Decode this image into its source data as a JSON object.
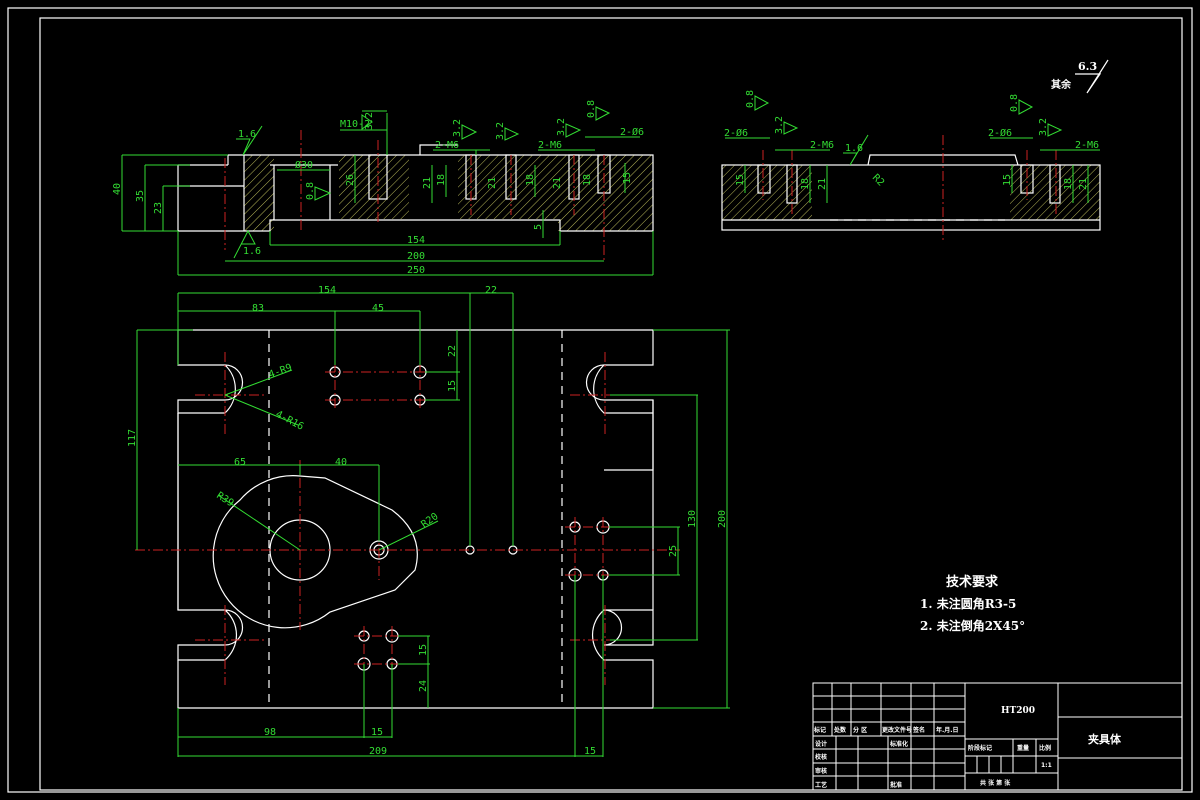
{
  "drawing": {
    "title": "夹具体",
    "material": "HT200",
    "scale": "1:1",
    "other_roughness_label": "其余",
    "other_roughness_value": "6.3"
  },
  "tech_requirements": {
    "heading": "技术要求",
    "items": [
      "1. 未注圆角R3-5",
      "2. 未注倒角2X45°"
    ]
  },
  "front_section": {
    "dims": {
      "d40": "40",
      "d35": "35",
      "d23": "23",
      "d154": "154",
      "d200": "200",
      "d250": "250",
      "phi30": "Ø30",
      "d26": "26",
      "m10": "M10-2",
      "m6a": "2-M6",
      "m6b": "2-M6",
      "phi6": "2-Ø6",
      "d21a": "21",
      "d18a": "18",
      "d21b": "21",
      "d18b": "18",
      "d21c": "21",
      "d18c": "18",
      "d15": "15",
      "d5": "5"
    },
    "roughness": [
      "1.6",
      "3.2",
      "0.8",
      "1.6",
      "3.2",
      "3.2",
      "3.2",
      "0.8"
    ]
  },
  "side_section": {
    "dims": {
      "phi6a": "2-Ø6",
      "m6a": "2-M6",
      "phi6b": "2-Ø6",
      "m6b": "2-M6",
      "d15a": "15",
      "d18a": "18",
      "d21a": "21",
      "d15b": "15",
      "d18b": "18",
      "d21b": "21",
      "r2": "R2"
    },
    "roughness": [
      "0.8",
      "3.2",
      "1.6",
      "0.8",
      "3.2"
    ]
  },
  "plan_view": {
    "dims": {
      "d154": "154",
      "d83": "83",
      "d45": "45",
      "d22top": "22",
      "d22": "22",
      "d15": "15",
      "r9": "4-R9",
      "r16": "4-R16",
      "d117": "117",
      "d65": "65",
      "d40": "40",
      "r39": "R39",
      "r20": "R20",
      "d130": "130",
      "d200": "200",
      "d25": "25",
      "d15b": "15",
      "d24": "24",
      "d98": "98",
      "d15c": "15",
      "d209": "209",
      "d15d": "15"
    }
  },
  "title_block": {
    "row_labels": [
      "标记",
      "处数",
      "分 区",
      "更改文件号",
      "签名",
      "年.月.日"
    ],
    "left_col": [
      "设计",
      "校核",
      "审核",
      "工艺"
    ],
    "mid_labels": [
      "标准化",
      "批准"
    ],
    "stage_label": "阶段标记",
    "weight_label": "重量",
    "scale_label": "比例",
    "sheet_label": "共 张 第 张"
  }
}
